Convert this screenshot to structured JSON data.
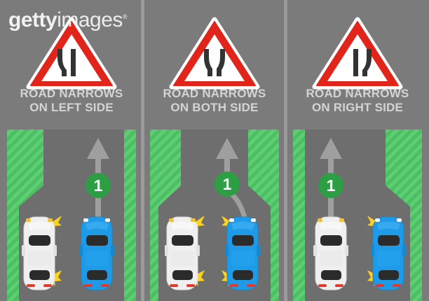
{
  "watermark": {
    "bold_text": "getty",
    "light_text": "images",
    "registered_mark": "®"
  },
  "colors": {
    "background_gray": "#7b7b7b",
    "asphalt_gray": "#6e6e6e",
    "divider_gray": "#9a9a9a",
    "sign_red": "#e1251b",
    "sign_white": "#ffffff",
    "sign_symbol_black": "#333333",
    "caption_text": "#d4d4d4",
    "hatch_green": "#4cbf62",
    "hatch_green_light": "#62cf77",
    "badge_green": "#2e9e45",
    "arrow_gray": "#a8a8a8",
    "car_white": "#efefef",
    "car_blue": "#1e9be8",
    "signal_yellow": "#ffd21a",
    "taillight_red": "#e03a2f"
  },
  "panels": [
    {
      "id": "panel-left",
      "sign": {
        "name": "road-narrows-on-left-sign",
        "shape": "triangle",
        "symbol": "narrow-left",
        "border_color": "#e1251b",
        "fill_color": "#ffffff"
      },
      "caption_line1": "ROAD NARROWS",
      "caption_line2": "ON LEFT SIDE",
      "scene": {
        "narrowing_side": "left",
        "hatch_left": true,
        "hatch_right": false,
        "lane_badge": "1",
        "badge_lane": "right",
        "arrow_type": "straight",
        "white_car": {
          "color_name": "white",
          "lane": "left",
          "indicator": "right-turn",
          "signals": [
            "front-right",
            "rear-right"
          ]
        },
        "blue_car": {
          "color_name": "blue",
          "lane": "right",
          "indicator": "none",
          "signals": []
        }
      }
    },
    {
      "id": "panel-middle",
      "sign": {
        "name": "road-narrows-on-both-sides-sign",
        "shape": "triangle",
        "symbol": "narrow-both",
        "border_color": "#e1251b",
        "fill_color": "#ffffff"
      },
      "caption_line1": "ROAD NARROWS",
      "caption_line2": "ON BOTH SIDE",
      "scene": {
        "narrowing_side": "both",
        "hatch_left": true,
        "hatch_right": true,
        "lane_badge": "1",
        "badge_lane": "center",
        "arrow_type": "curved",
        "white_car": {
          "color_name": "white",
          "lane": "left",
          "indicator": "right-turn",
          "signals": [
            "front-right",
            "rear-right"
          ]
        },
        "blue_car": {
          "color_name": "blue",
          "lane": "right",
          "indicator": "left-turn",
          "signals": [
            "front-left",
            "rear-left"
          ]
        }
      }
    },
    {
      "id": "panel-right",
      "sign": {
        "name": "road-narrows-on-right-sign",
        "shape": "triangle",
        "symbol": "narrow-right",
        "border_color": "#e1251b",
        "fill_color": "#ffffff"
      },
      "caption_line1": "ROAD NARROWS",
      "caption_line2": "ON RIGHT SIDE",
      "scene": {
        "narrowing_side": "right",
        "hatch_left": false,
        "hatch_right": true,
        "lane_badge": "1",
        "badge_lane": "left",
        "arrow_type": "straight",
        "white_car": {
          "color_name": "white",
          "lane": "left",
          "indicator": "none",
          "signals": []
        },
        "blue_car": {
          "color_name": "blue",
          "lane": "right",
          "indicator": "left-turn",
          "signals": [
            "front-left",
            "rear-left"
          ]
        }
      }
    }
  ]
}
